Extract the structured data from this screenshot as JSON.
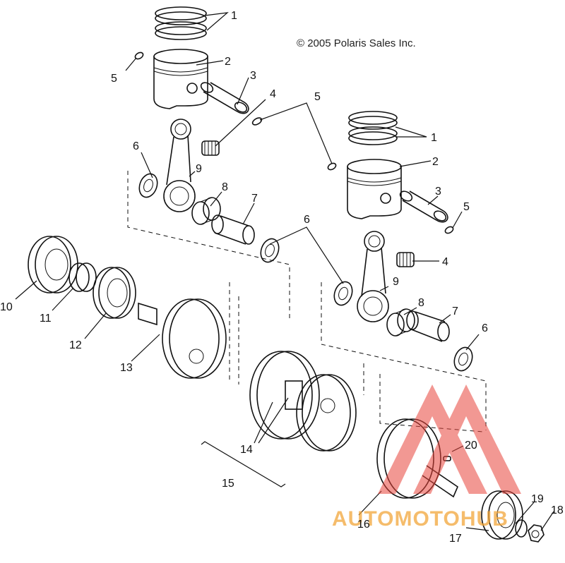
{
  "copyright": "© 2005 Polaris Sales Inc.",
  "watermark": "AUTOMOTOHUB",
  "watermark_color": "#e8453c",
  "labels": {
    "l1a": "1",
    "l2a": "2",
    "l3a": "3",
    "l4a": "4",
    "l5a": "5",
    "l5b": "5",
    "l6a": "6",
    "l9a": "9",
    "l8a": "8",
    "l7a": "7",
    "l1b": "1",
    "l2b": "2",
    "l3b": "3",
    "l5c": "5",
    "l6b": "6",
    "l4b": "4",
    "l9b": "9",
    "l8b": "8",
    "l7b": "7",
    "l6c": "6",
    "l10": "10",
    "l11": "11",
    "l12": "12",
    "l13": "13",
    "l14": "14",
    "l15": "15",
    "l20": "20",
    "l19": "19",
    "l18": "18",
    "l16": "16",
    "l17": "17"
  }
}
